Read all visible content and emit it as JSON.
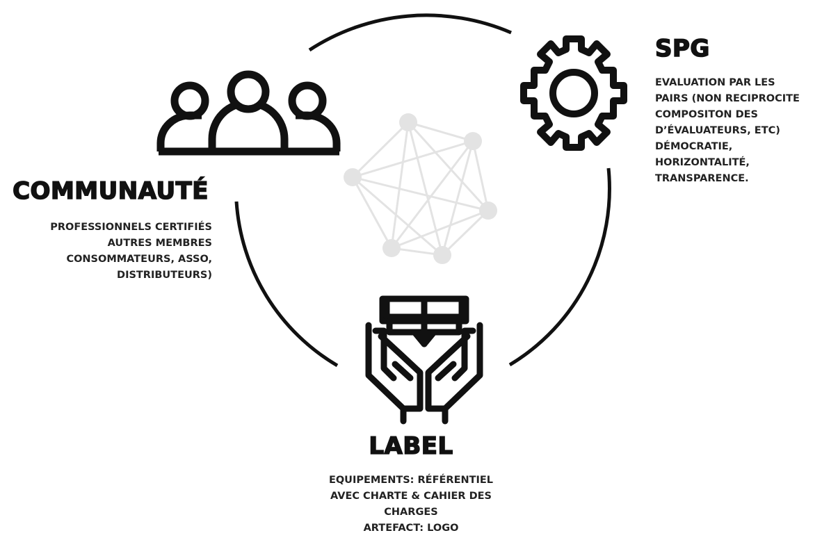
{
  "communaute": {
    "title": "COMMUNAUTÉ",
    "lines": [
      "PROFESSIONNELS CERTIFIÉS",
      "AUTRES MEMBRES",
      "CONSOMMATEURS, ASSO,",
      "DISTRIBUTEURS)"
    ],
    "icon": "group-of-people-icon"
  },
  "spg": {
    "title": "SPG",
    "lines": [
      "EVALUATION PAR LES",
      "PAIRS (NON RECIPROCITE",
      "COMPOSITON DES",
      "D’ÉVALUATEURS, ETC)",
      "DÉMOCRATIE,",
      "HORIZONTALITÉ,",
      "TRANSPARENCE."
    ],
    "icon": "gear-icon"
  },
  "label": {
    "title": "LABEL",
    "lines": [
      "EQUIPEMENTS: RÉFÉRENTIEL",
      "AVEC CHARTE & CAHIER DES",
      "CHARGES",
      "ARTEFACT: LOGO"
    ],
    "icon": "hands-holding-book-icon"
  },
  "center": {
    "icon": "network-graph-icon"
  },
  "colors": {
    "ink": "#111111",
    "network": "#e3e3e3"
  }
}
